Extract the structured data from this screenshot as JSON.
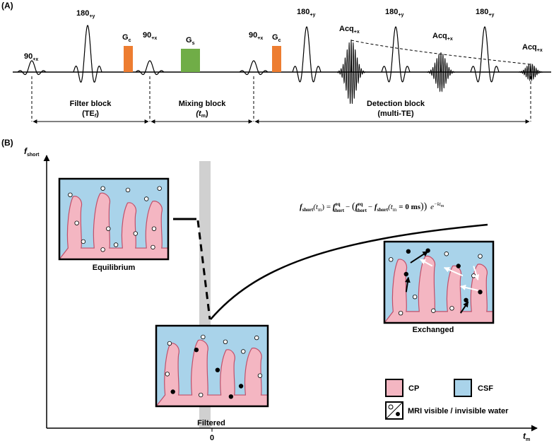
{
  "panel_a": {
    "label": "(A)",
    "pulses": {
      "p90x_1": {
        "main": "90",
        "sub": "+x"
      },
      "p180y_1": {
        "main": "180",
        "sub": "+y"
      },
      "gc_1": {
        "main": "G",
        "sub": "c"
      },
      "p90x_2": {
        "main": "90",
        "sub": "+x"
      },
      "gs": {
        "main": "G",
        "sub": "s"
      },
      "p90x_3": {
        "main": "90",
        "sub": "+x"
      },
      "gc_2": {
        "main": "G",
        "sub": "c"
      },
      "p180y_2": {
        "main": "180",
        "sub": "+y"
      },
      "acq_1": {
        "main": "Acq",
        "sub": "+x"
      },
      "p180y_3": {
        "main": "180",
        "sub": "+y"
      },
      "acq_2": {
        "main": "Acq",
        "sub": "+x"
      },
      "p180y_4": {
        "main": "180",
        "sub": "+y"
      },
      "acq_3": {
        "main": "Acq",
        "sub": "+x"
      }
    },
    "blocks": {
      "filter": {
        "title": "Filter block",
        "param": "(TE",
        "param_sub": "f",
        "param_close": ")"
      },
      "mixing": {
        "title": "Mixing block",
        "param": "(t",
        "param_sub": "m",
        "param_close": ")"
      },
      "detection": {
        "title": "Detection block",
        "param": "(multi-TE)"
      }
    },
    "colors": {
      "gc": "#ed7d31",
      "gs": "#70ad47"
    }
  },
  "panel_b": {
    "label": "(B)",
    "y_axis": {
      "main": "f",
      "sub": "short"
    },
    "x_axis": {
      "main": "t",
      "sub": "m"
    },
    "zero_tick": "0",
    "equation": {
      "lhs": "f",
      "lhs_sub": "short",
      "lhs_arg": "(t",
      "lhs_arg_sub": "m",
      "lhs_arg_close": ") =",
      "t1": "f",
      "t1_sup": "eq",
      "t1_sub": "short",
      "minus1": "−",
      "paren_open": "(",
      "t2": "f",
      "t2_sup": "eq",
      "t2_sub": "short",
      "minus2": "−",
      "t3": "f",
      "t3_sub": "short",
      "t3_arg": "(t",
      "t3_arg_sub": "m",
      "t3_arg_rest": "= 0 ms",
      "paren_close": "))",
      "exp_base": "e",
      "exp_pow": "−kt",
      "exp_pow_sub": "m"
    },
    "insets": {
      "equilibrium": "Equilibrium",
      "filtered": "Filtered",
      "exchanged": "Exchanged"
    },
    "legend": {
      "cp": "CP",
      "csf": "CSF",
      "water": "MRI visible / invisible water"
    },
    "colors": {
      "cp": "#f4b6c2",
      "cp_edge": "#c0506a",
      "csf": "#a9d3ea",
      "gray_band": "#d0d0d0"
    }
  }
}
